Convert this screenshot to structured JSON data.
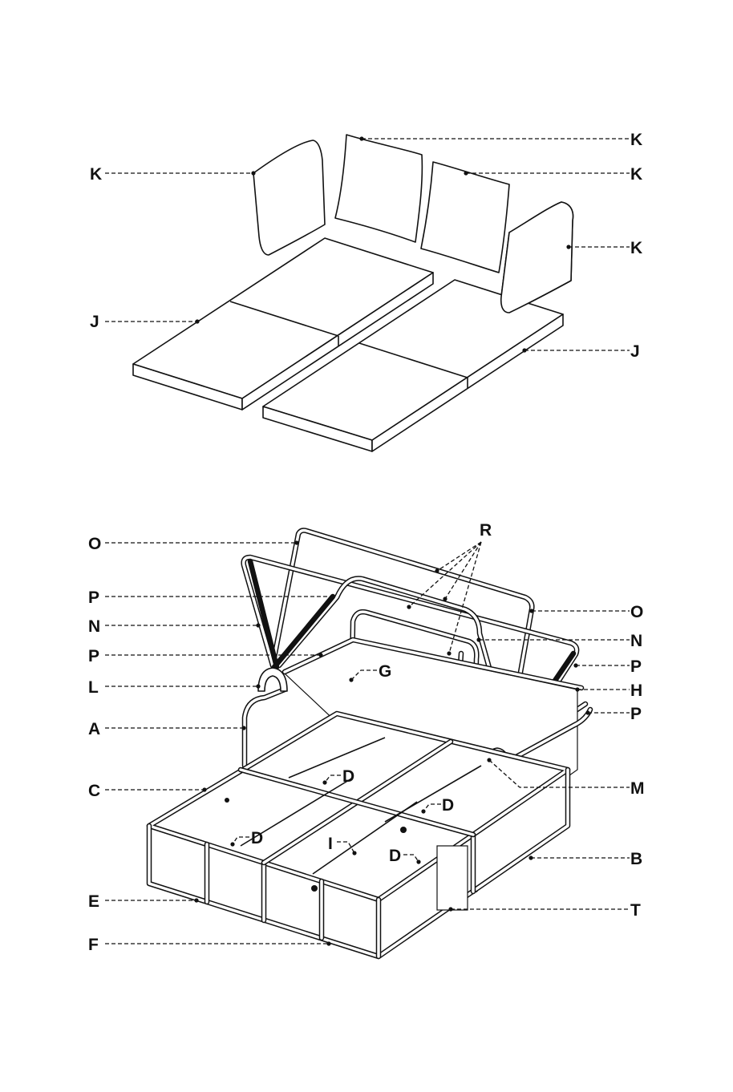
{
  "labels": {
    "A": "A",
    "B": "B",
    "C": "C",
    "D": "D",
    "E": "E",
    "F": "F",
    "G": "G",
    "H": "H",
    "I": "I",
    "J": "J",
    "K": "K",
    "L": "L",
    "M": "M",
    "N": "N",
    "O": "O",
    "P": "P",
    "R": "R",
    "T": "T"
  }
}
